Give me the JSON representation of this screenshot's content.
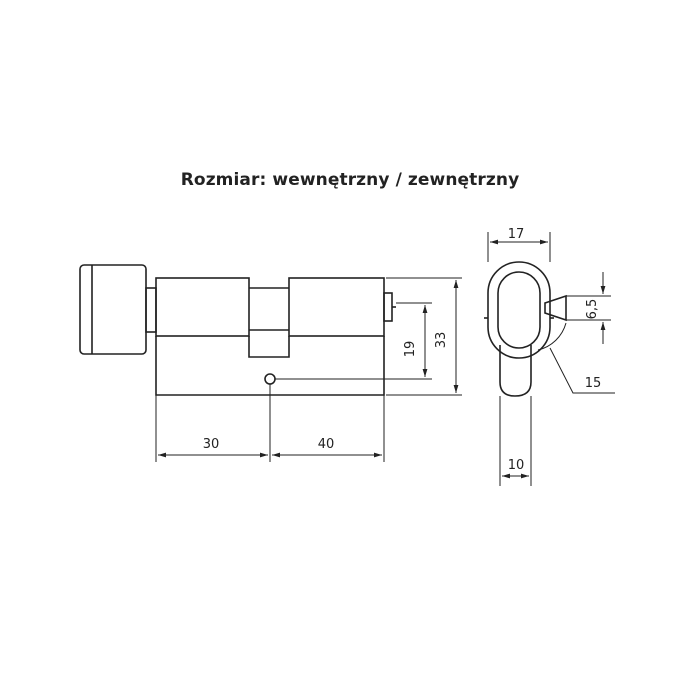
{
  "title": "Rozmiar: wewnętrzny / zewnętrzny",
  "dimensions": {
    "inner": "30",
    "outer": "40",
    "cam_height": "19",
    "body_height": "33",
    "profile_width": "17",
    "lower_width": "10",
    "cam_size": "6,5",
    "cam_radius": "15"
  },
  "colors": {
    "line": "#222222",
    "background": "#ffffff"
  }
}
